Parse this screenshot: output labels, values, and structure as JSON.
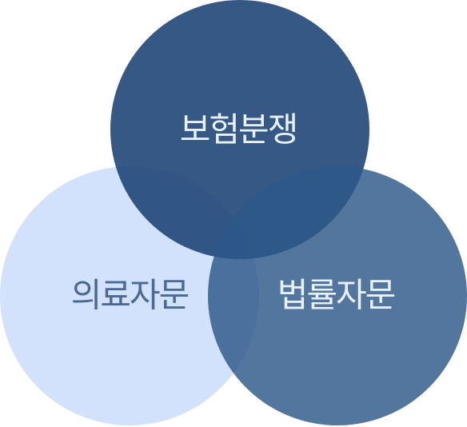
{
  "diagram": {
    "circles": [
      {
        "id": "insurance",
        "label": "보험분쟁",
        "fill": "#1f4677",
        "opacity": 0.9,
        "text_color": "#e8f0fb"
      },
      {
        "id": "medical",
        "label": "의료자문",
        "fill": "#c9dcfb",
        "opacity": 0.82,
        "text_color": "#4b6a93"
      },
      {
        "id": "legal",
        "label": "법률자문",
        "fill": "#2c5889",
        "opacity": 0.82,
        "text_color": "#e8f0fb"
      }
    ],
    "colors": {
      "background": "#ffffff",
      "top_circle": "#1f4677",
      "left_circle": "#c9dcfb",
      "right_circle": "#2c5889"
    }
  }
}
